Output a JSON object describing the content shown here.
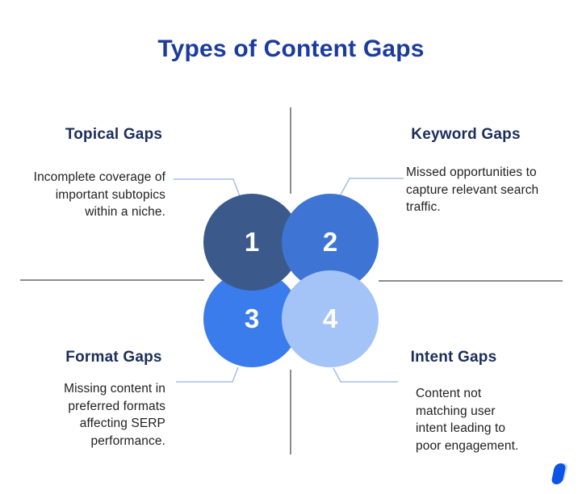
{
  "title": "Types of Content Gaps",
  "colors": {
    "title": "#1b3c9e",
    "heading": "#1b2e5a",
    "body": "#1f1f1f",
    "guide_line": "#8c8c8c",
    "connector": "#a5bde6"
  },
  "quadrants": [
    {
      "heading": "Topical Gaps",
      "lines": [
        "Incomplete coverage of",
        "important subtopics",
        "within a niche."
      ]
    },
    {
      "heading": "Keyword Gaps",
      "lines": [
        "Missed opportunities to",
        "capture relevant search",
        "traffic."
      ]
    },
    {
      "heading": "Format Gaps",
      "lines": [
        "Missing content in",
        "preferred formats",
        "affecting SERP",
        "performance."
      ]
    },
    {
      "heading": "Intent Gaps",
      "lines": [
        "Content not",
        "matching user",
        "intent leading to",
        "poor engagement."
      ]
    }
  ],
  "circles": [
    {
      "number": "1",
      "color": "#3b598b"
    },
    {
      "number": "2",
      "color": "#3e74d3"
    },
    {
      "number": "3",
      "color": "#3a7cec"
    },
    {
      "number": "4",
      "color": "#a4c3f6"
    }
  ],
  "logo": {
    "primary": "#0b54e6",
    "secondary": "#b9cdf4"
  }
}
